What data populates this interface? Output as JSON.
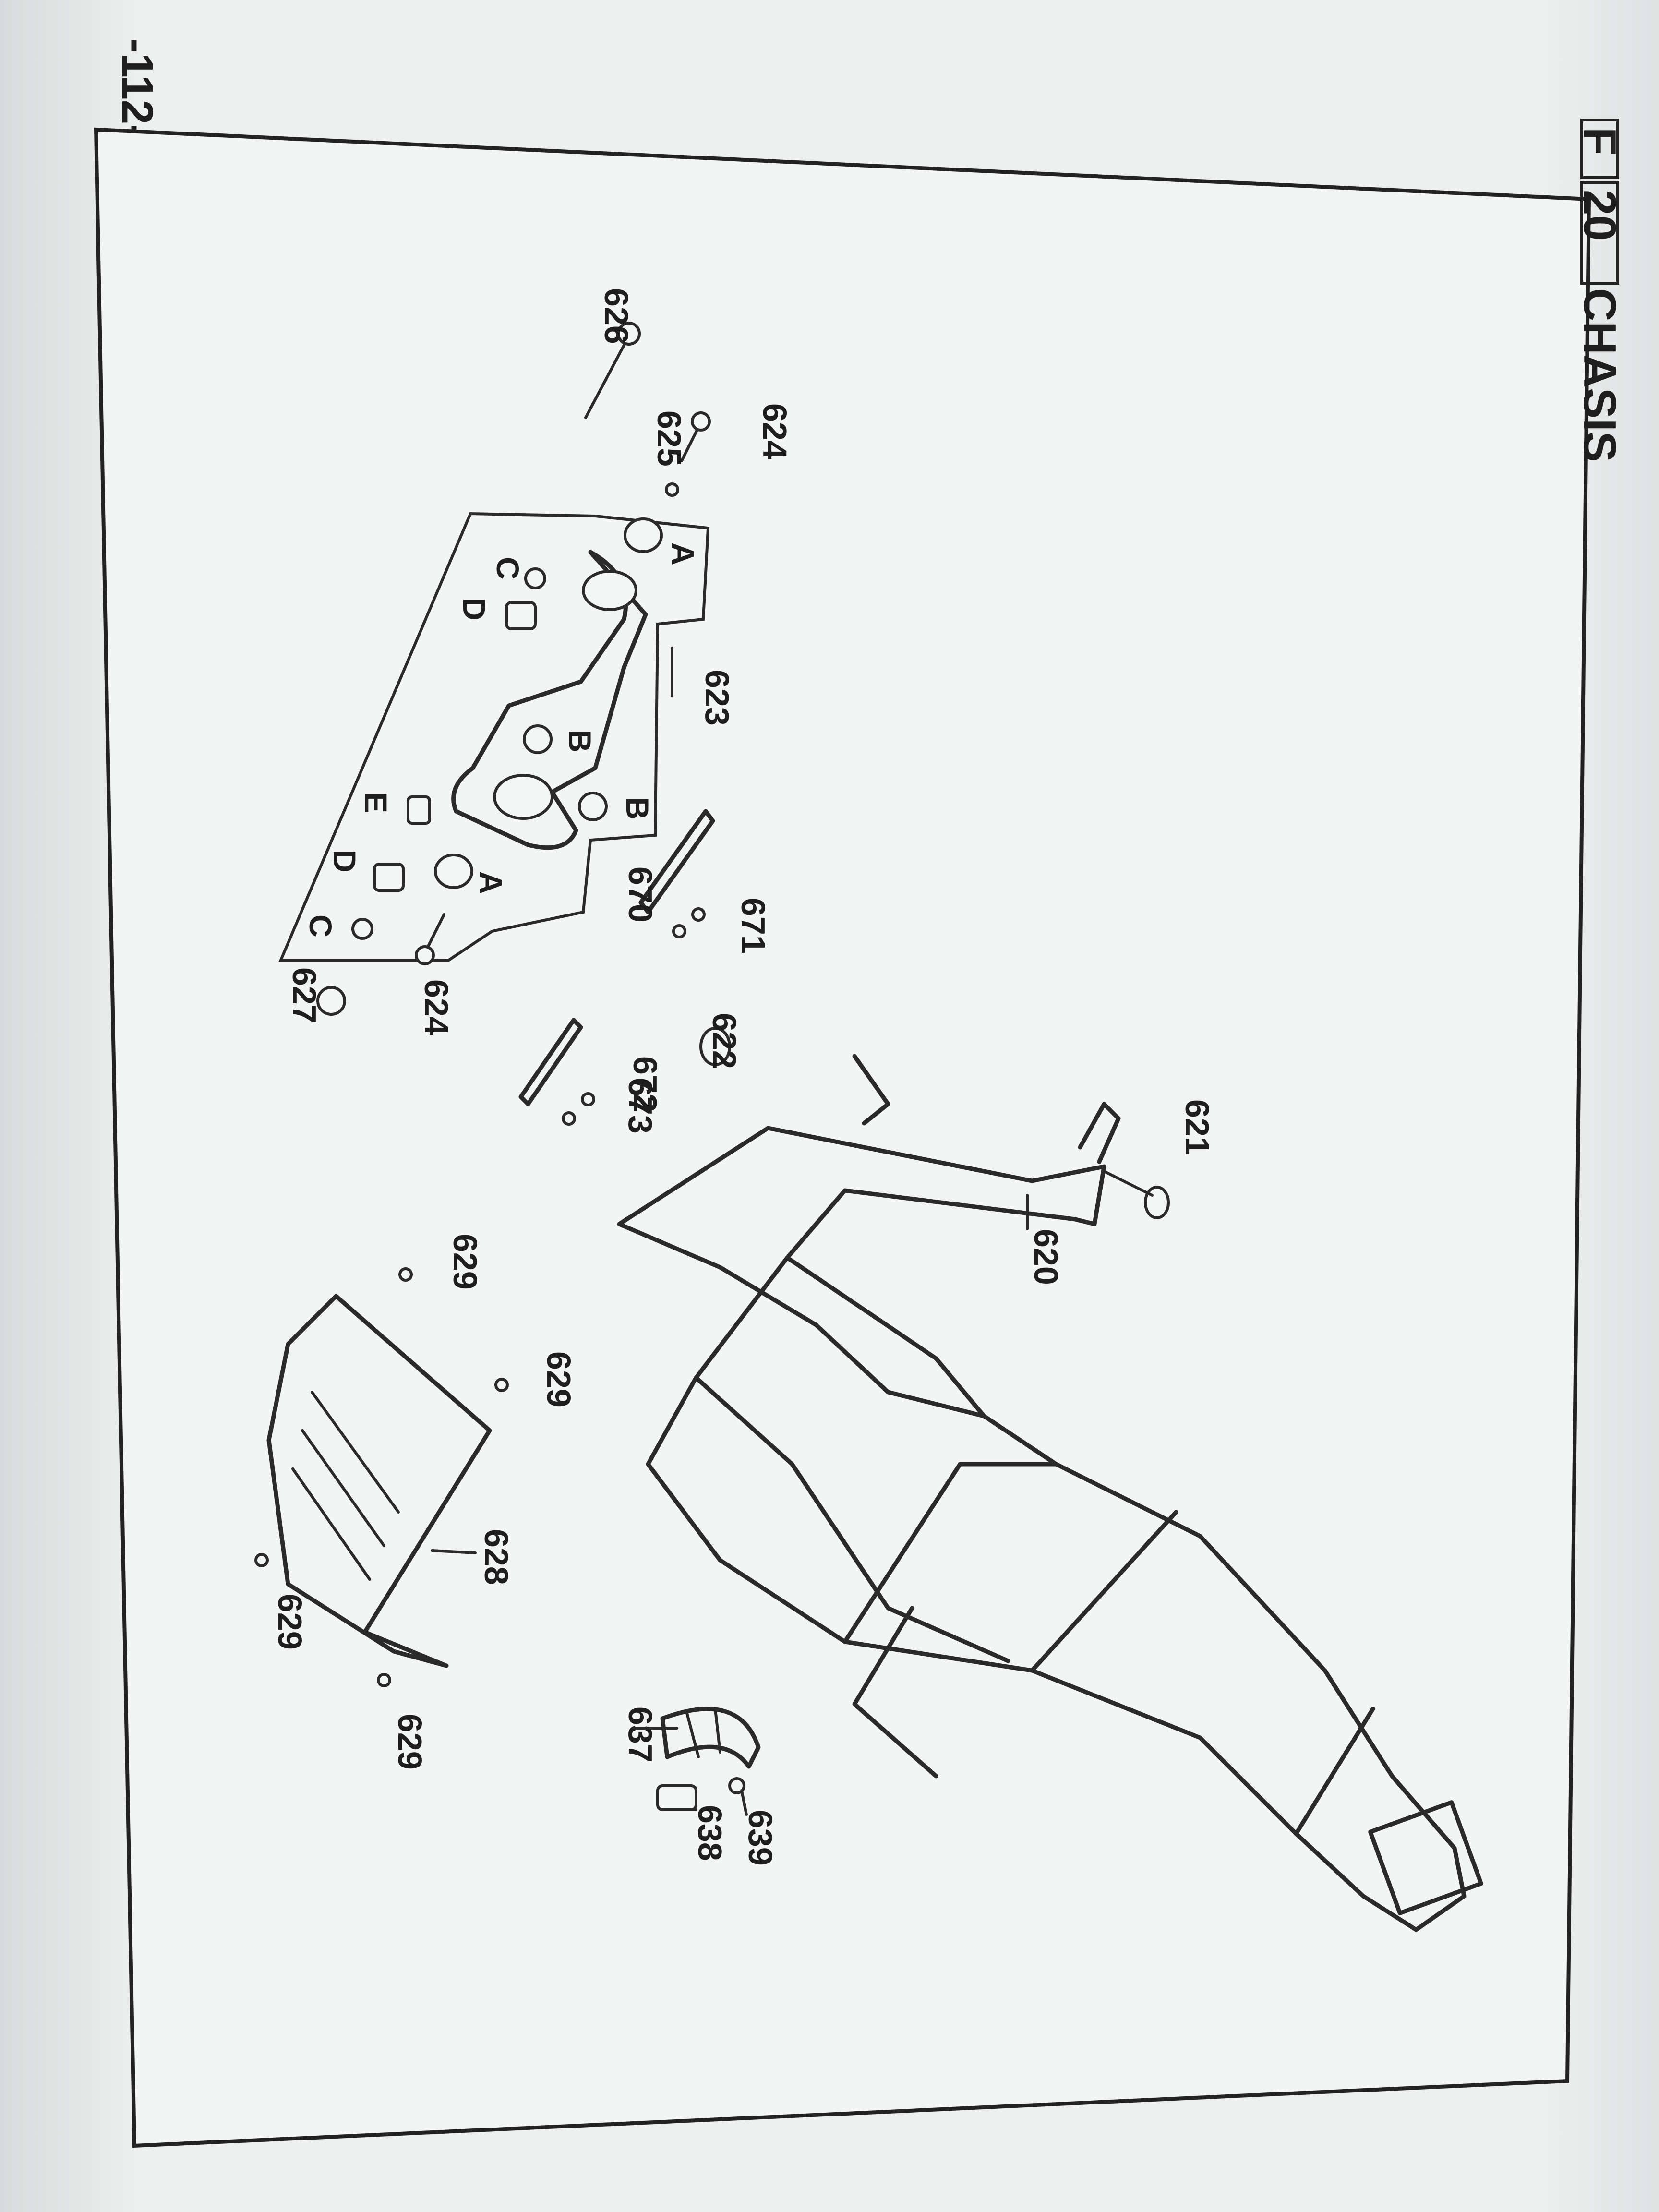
{
  "header": {
    "page_number": "-112-",
    "section_prefix": "F",
    "section_number": "20",
    "section_title": "CHASIS"
  },
  "callouts": {
    "c620": "620",
    "c621": "621",
    "c622": "622",
    "c623": "623",
    "c624a": "624",
    "c624b": "624",
    "c625": "625",
    "c626": "626",
    "c627": "627",
    "c628": "628",
    "c629a": "629",
    "c629b": "629",
    "c629c": "629",
    "c629d": "629",
    "c637": "637",
    "c638": "638",
    "c639": "639",
    "c670": "670",
    "c671": "671",
    "c672": "672",
    "c673": "673"
  },
  "sub_labels": {
    "a1": "A",
    "a2": "A",
    "b1": "B",
    "b2": "B",
    "c1": "C",
    "c2": "C",
    "d1": "D",
    "d2": "D",
    "e1": "E"
  }
}
